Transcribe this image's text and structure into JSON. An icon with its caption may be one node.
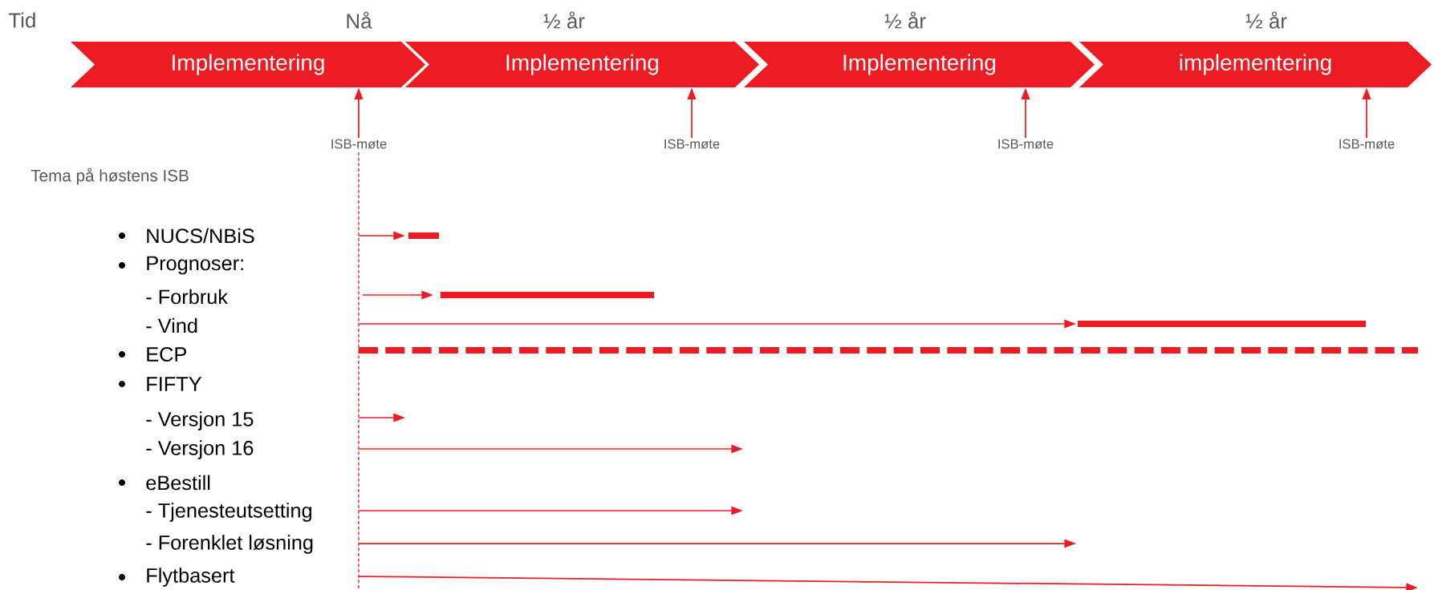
{
  "diagram": {
    "nodes": [
      {
        "text": [
          "Implementering"
        ]
      },
      {
        "text": [
          "Implementering"
        ]
      },
      {
        "text": [
          "Implementering"
        ]
      },
      {
        "text": [
          "implementering"
        ]
      },
      {
        "text": [
          "ISB-møte"
        ]
      },
      {
        "text": [
          "ISB-møte"
        ]
      },
      {
        "text": [
          "ISB-møte"
        ]
      },
      {
        "text": [
          "ISB-møte"
        ]
      }
    ],
    "edges": [
      {
        "from": 4,
        "to": 0,
        "arrow": "to"
      },
      {
        "from": 5,
        "to": 1,
        "arrow": "to"
      },
      {
        "from": 6,
        "to": 2,
        "arrow": "to"
      },
      {
        "from": 7,
        "to": 3,
        "arrow": "to"
      }
    ],
    "labels": [
      "Tid",
      "Nå",
      "½ år",
      "½ år",
      "½ år",
      "Tema på høstens ISB",
      "NUCS/NBiS",
      "Prognoser:",
      "- Forbruk",
      "- Vind",
      "ECP",
      "FIFTY",
      "- Versjon 15",
      "- Versjon 16",
      "eBestill",
      "- Tjenesteutsetting",
      "- Forenklet løsning",
      "Flytbasert"
    ]
  }
}
